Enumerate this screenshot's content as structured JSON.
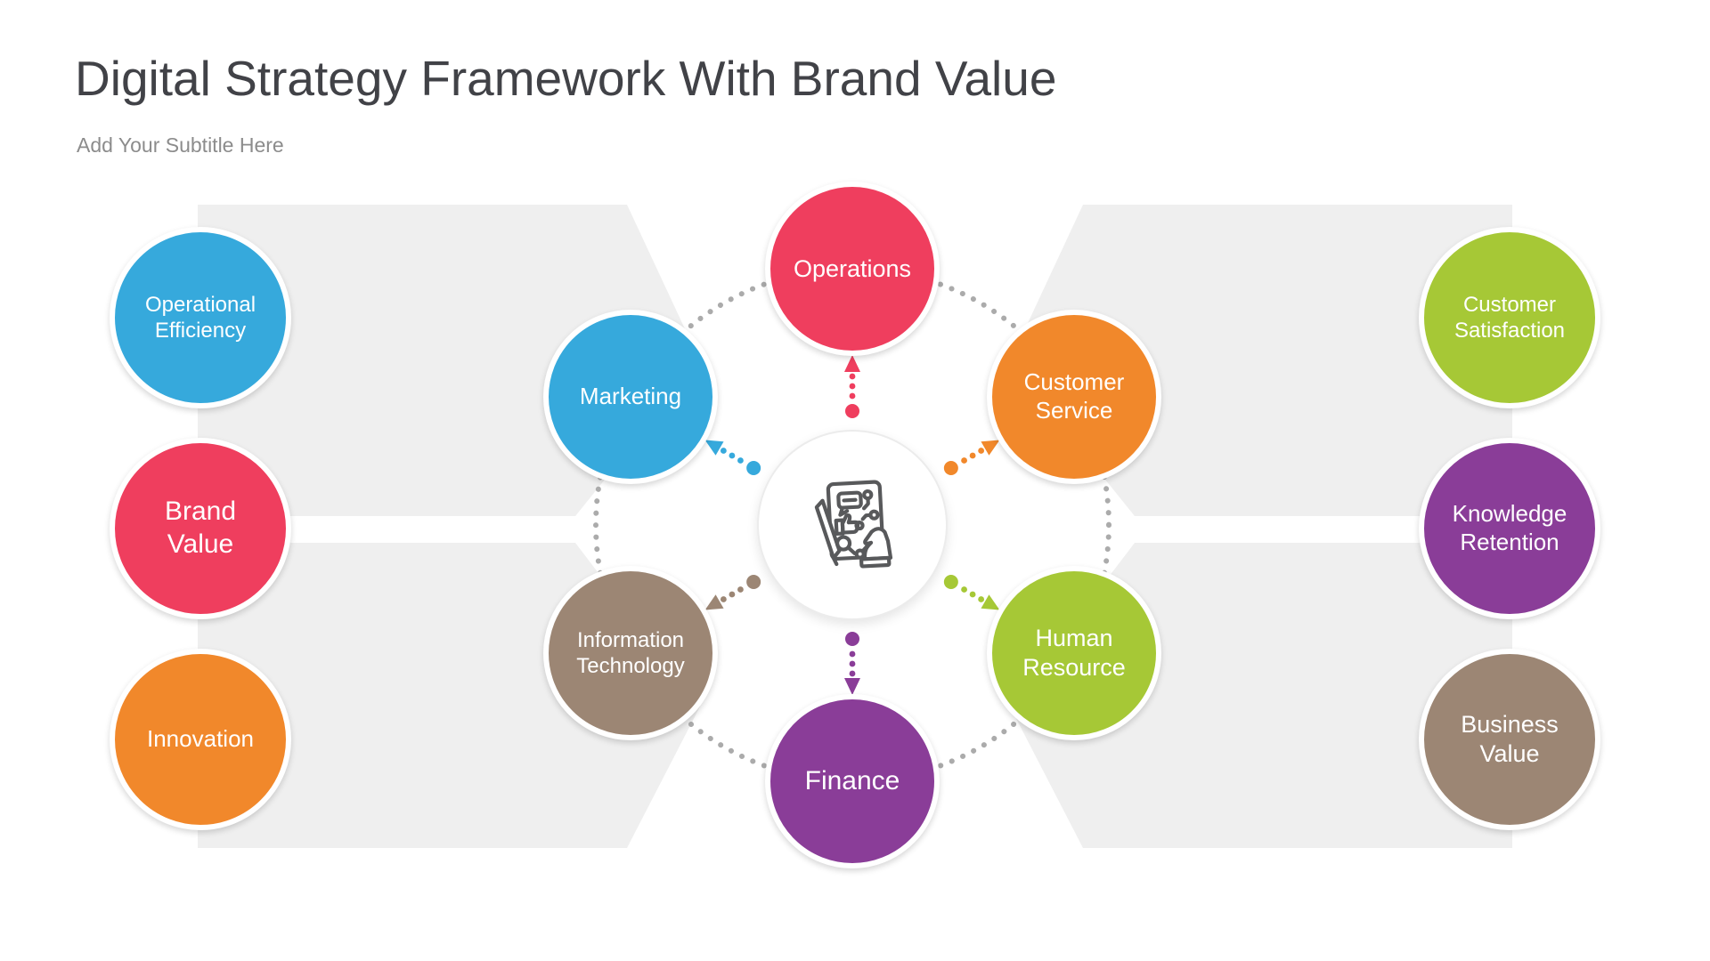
{
  "slide": {
    "title": "Digital Strategy Framework With Brand Value",
    "subtitle": "Add Your Subtitle Here"
  },
  "center": {
    "icon": "digital-strategy-tablet-icon"
  },
  "satellites": [
    {
      "id": "operations",
      "label": "Operations",
      "color": "#EF3E5E"
    },
    {
      "id": "marketing",
      "label": "Marketing",
      "color": "#36A9DC"
    },
    {
      "id": "customer-service",
      "label": "Customer\nService",
      "color": "#F1882B"
    },
    {
      "id": "information-technology",
      "label": "Information\nTechnology",
      "color": "#9C8674"
    },
    {
      "id": "human-resource",
      "label": "Human\nResource",
      "color": "#A6C836"
    },
    {
      "id": "finance",
      "label": "Finance",
      "color": "#8A3D98"
    }
  ],
  "left_items": [
    {
      "label": "Operational\nEfficiency",
      "color": "#36A9DC"
    },
    {
      "label": "Brand\nValue",
      "color": "#EF3E5E"
    },
    {
      "label": "Innovation",
      "color": "#F1882B"
    }
  ],
  "right_items": [
    {
      "label": "Customer\nSatisfaction",
      "color": "#A6C836"
    },
    {
      "label": "Knowledge\nRetention",
      "color": "#8A3D98"
    },
    {
      "label": "Business\nValue",
      "color": "#9C8674"
    }
  ],
  "arrows": [
    {
      "target": "operations",
      "color": "#EF3E5E"
    },
    {
      "target": "marketing",
      "color": "#36A9DC"
    },
    {
      "target": "customer-service",
      "color": "#F1882B"
    },
    {
      "target": "information-technology",
      "color": "#9C8674"
    },
    {
      "target": "human-resource",
      "color": "#A6C836"
    },
    {
      "target": "finance",
      "color": "#8A3D98"
    }
  ],
  "palette": {
    "background_shape": "#EFEFEF",
    "ring_dots": "#ABABAB",
    "title": "#414247",
    "subtitle": "#8C8C8C",
    "icon_stroke": "#58595B"
  }
}
